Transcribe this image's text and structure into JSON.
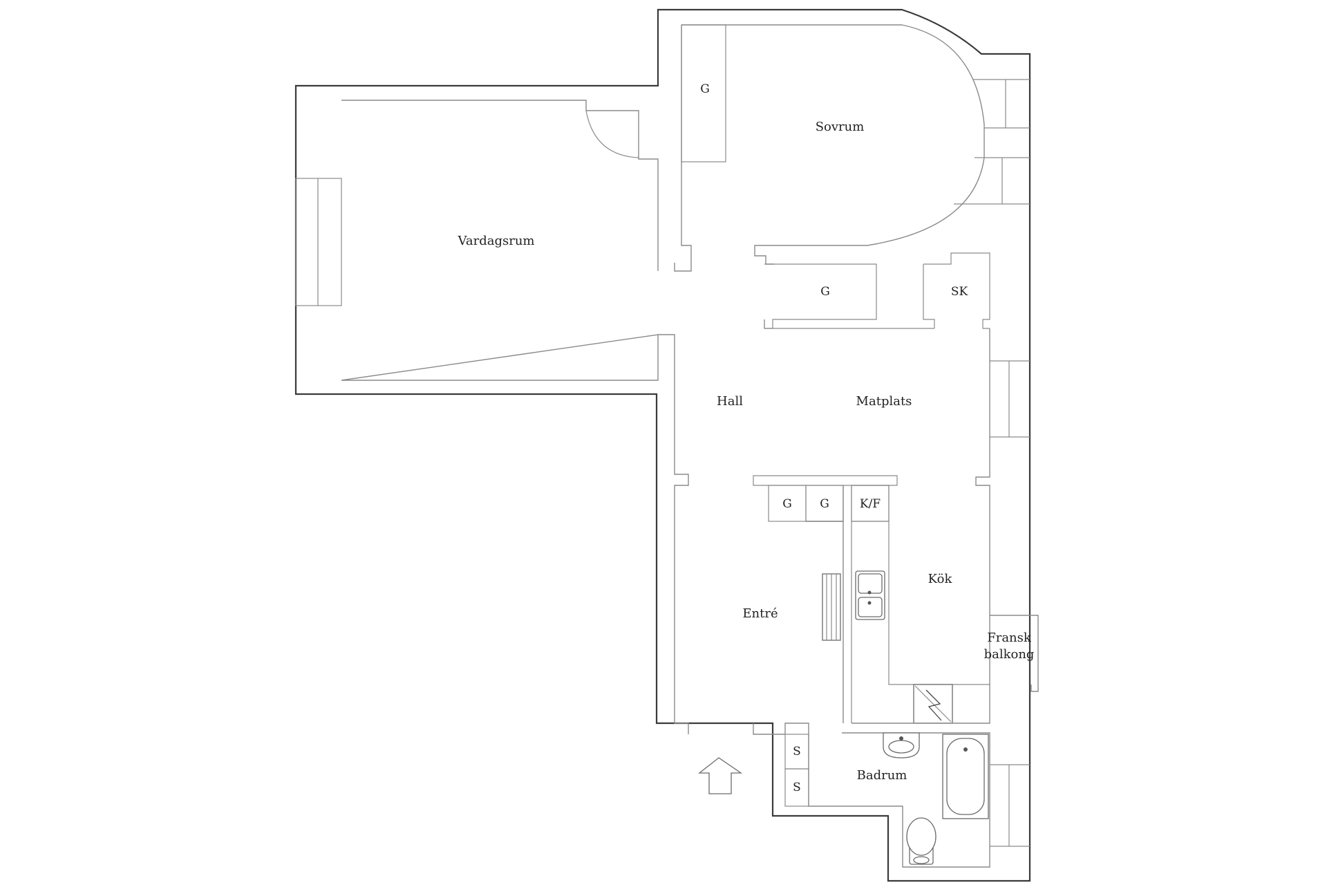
{
  "rooms": {
    "living_room": "Vardagsrum",
    "bedroom": "Sovrum",
    "hall": "Hall",
    "dining": "Matplats",
    "entrance": "Entré",
    "kitchen": "Kök",
    "french_balcony_line1": "Fransk",
    "french_balcony_line2": "balkong",
    "bathroom": "Badrum"
  },
  "closets": {
    "bedroom_wardrobe": "G",
    "hall_wardrobe": "G",
    "cleaning_cabinet": "SK",
    "entrance_wardrobe_1": "G",
    "entrance_wardrobe_2": "G",
    "fridge_freezer": "K/F",
    "bath_cabinet_1": "S",
    "bath_cabinet_2": "S"
  },
  "icons": {
    "entrance": "arrow-up-icon",
    "sink": "double-sink-icon",
    "radiator": "radiator-icon",
    "stove": "stove-icon",
    "bathtub": "bathtub-icon",
    "washbasin": "washbasin-icon",
    "toilet": "toilet-icon"
  },
  "colors": {
    "outer_wall": "#3a3a3a",
    "inner_wall": "#8a8a8a",
    "background": "#ffffff"
  }
}
